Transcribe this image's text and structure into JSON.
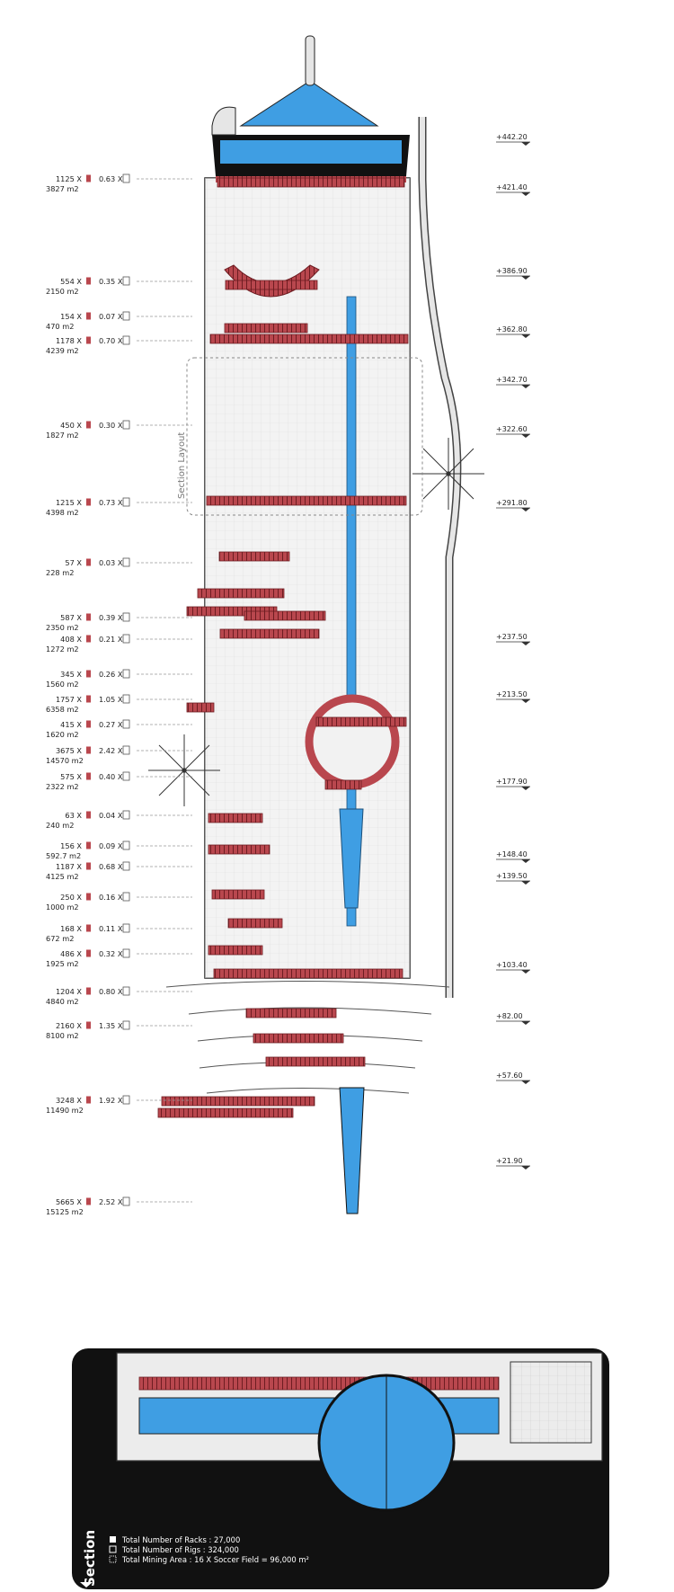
{
  "title": "Section",
  "section_layout_label": "Section Layout",
  "colors": {
    "blue": "#3f9ee3",
    "red": "#b9474e",
    "dark_red": "#6e1d22",
    "grey": "#e6e6e6",
    "dark": "#111111",
    "line": "#333333"
  },
  "icons": [
    "rack-icon",
    "rig-icon",
    "mining-area-icon",
    "triangle-arrow-icon"
  ],
  "rack_labels": [
    {
      "count": "1125 X",
      "area": "3827 m2",
      "ratio": "0.63 X"
    },
    {
      "count": "554 X",
      "area": "2150 m2",
      "ratio": "0.35 X"
    },
    {
      "count": "154 X",
      "area": "470 m2",
      "ratio": "0.07 X"
    },
    {
      "count": "1178 X",
      "area": "4239 m2",
      "ratio": "0.70 X"
    },
    {
      "count": "450 X",
      "area": "1827 m2",
      "ratio": "0.30 X"
    },
    {
      "count": "1215 X",
      "area": "4398 m2",
      "ratio": "0.73 X"
    },
    {
      "count": "57 X",
      "area": "228 m2",
      "ratio": "0.03 X"
    },
    {
      "count": "587 X",
      "area": "2350 m2",
      "ratio": "0.39 X"
    },
    {
      "count": "408 X",
      "area": "1272 m2",
      "ratio": "0.21 X"
    },
    {
      "count": "345 X",
      "area": "1560 m2",
      "ratio": "0.26 X"
    },
    {
      "count": "1757 X",
      "area": "6358 m2",
      "ratio": "1.05 X"
    },
    {
      "count": "415 X",
      "area": "1620 m2",
      "ratio": "0.27 X"
    },
    {
      "count": "3675 X",
      "area": "14570 m2",
      "ratio": "2.42 X"
    },
    {
      "count": "575 X",
      "area": "2322 m2",
      "ratio": "0.40 X"
    },
    {
      "count": "63 X",
      "area": "240 m2",
      "ratio": "0.04 X"
    },
    {
      "count": "156 X",
      "area": "592.7 m2",
      "ratio": "0.09 X"
    },
    {
      "count": "1187 X",
      "area": "4125 m2",
      "ratio": "0.68 X"
    },
    {
      "count": "250 X",
      "area": "1000 m2",
      "ratio": "0.16 X"
    },
    {
      "count": "168 X",
      "area": "672 m2",
      "ratio": "0.11 X"
    },
    {
      "count": "486 X",
      "area": "1925 m2",
      "ratio": "0.32 X"
    },
    {
      "count": "1204 X",
      "area": "4840 m2",
      "ratio": "0.80 X"
    },
    {
      "count": "2160 X",
      "area": "8100 m2",
      "ratio": "1.35 X"
    },
    {
      "count": "3248 X",
      "area": "11490 m2",
      "ratio": "1.92 X"
    },
    {
      "count": "5665 X",
      "area": "15125 m2",
      "ratio": "2.52 X"
    }
  ],
  "elevations": [
    "+442.20",
    "+421.40",
    "+386.90",
    "+362.80",
    "+342.70",
    "+322.60",
    "+291.80",
    "+237.50",
    "+213.50",
    "+177.90",
    "+148.40",
    "+139.50",
    "+103.40",
    "+82.00",
    "+57.60",
    "+21.90"
  ],
  "totals": {
    "racks": "Total Number of Racks : 27,000",
    "rigs": "Total Number of Rigs : 324,000",
    "mining_area": "Total Mining Area : 16 X Soccer Field = 96,000 m²"
  }
}
